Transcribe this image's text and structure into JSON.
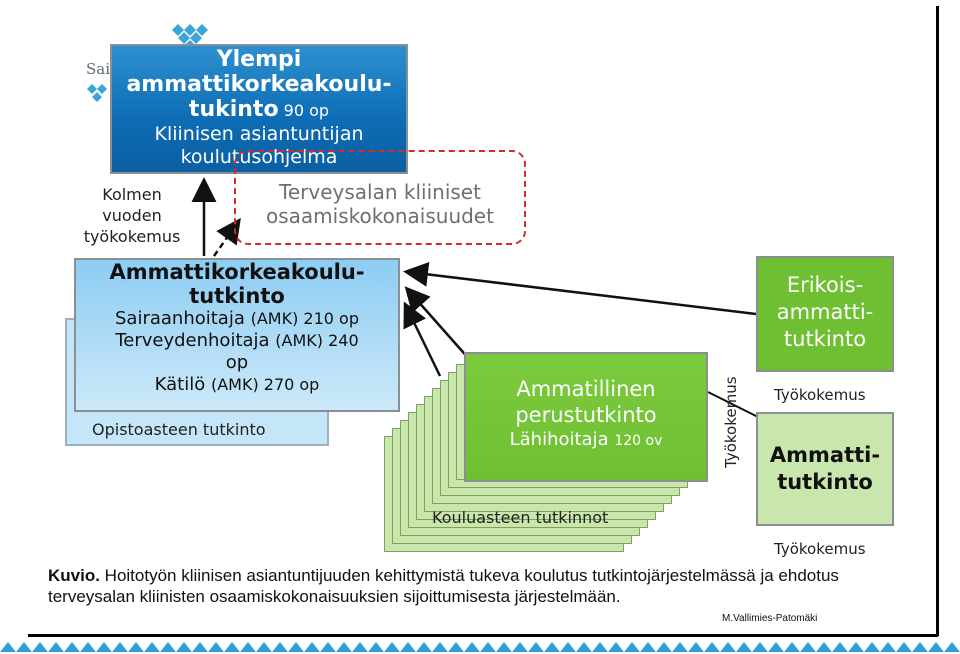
{
  "logo": {
    "text": "Sai"
  },
  "ylempi": {
    "line1": "Ylempi",
    "line2": "ammattikorkeakoulu-",
    "line3_bold": "tukinto",
    "line3_op": " 90 op",
    "line4": "Kliinisen asiantuntijan",
    "line5": "koulutusohjelma"
  },
  "kliiniset": {
    "line1": "Terveysalan kliiniset",
    "line2": "osaamiskokonaisuudet"
  },
  "kolmen": {
    "line1": "Kolmen",
    "line2": "vuoden",
    "line3": "työkokemus"
  },
  "amk": {
    "line1": "Ammattikorkeakoulu-",
    "line2": "tutkinto",
    "row1_name": "Sairaanhoitaja ",
    "row1_small": "(AMK) 210 op",
    "row2_name": "Terveydenhoitaja ",
    "row2_small": "(AMK) 240",
    "row3": "op",
    "row4_name": "Kätilö ",
    "row4_small": "(AMK) 270 op"
  },
  "opisto": {
    "label": "Opistoasteen tutkinto"
  },
  "ammatillinen": {
    "line1": "Ammatillinen",
    "line2": "perustutkinto",
    "line3_name": "Lähihoitaja ",
    "line3_small": "120 ov"
  },
  "kouluasteen": {
    "label": "Kouluasteen tutkinnot"
  },
  "erikois": {
    "line1": "Erikois-",
    "line2": "ammatti-",
    "line3": "tutkinto"
  },
  "ammatti": {
    "line1": "Ammatti-",
    "line2": "tutkinto"
  },
  "tyokokemus": {
    "upper": "Työkokemus",
    "lower": "Työkokemus",
    "vertical": "Työkokemus"
  },
  "caption": {
    "bold": "Kuvio.",
    "text": " Hoitotyön kliinisen asiantuntijuuden kehittymistä tukeva koulutus tutkintojärjestelmässä ja ehdotus terveysalan kliinisten osaamiskokonaisuuksien sijoittumisesta järjestelmään.",
    "signature": "M.Vallimies-Patomäki"
  },
  "colors": {
    "dark_blue": "#0d6cb4",
    "light_blue": "#b3ddf6",
    "green": "#6fbf33",
    "light_green": "#c9e6ac",
    "dashed_red": "#d22b2b",
    "zigzag_blue": "#2f9fd8"
  }
}
